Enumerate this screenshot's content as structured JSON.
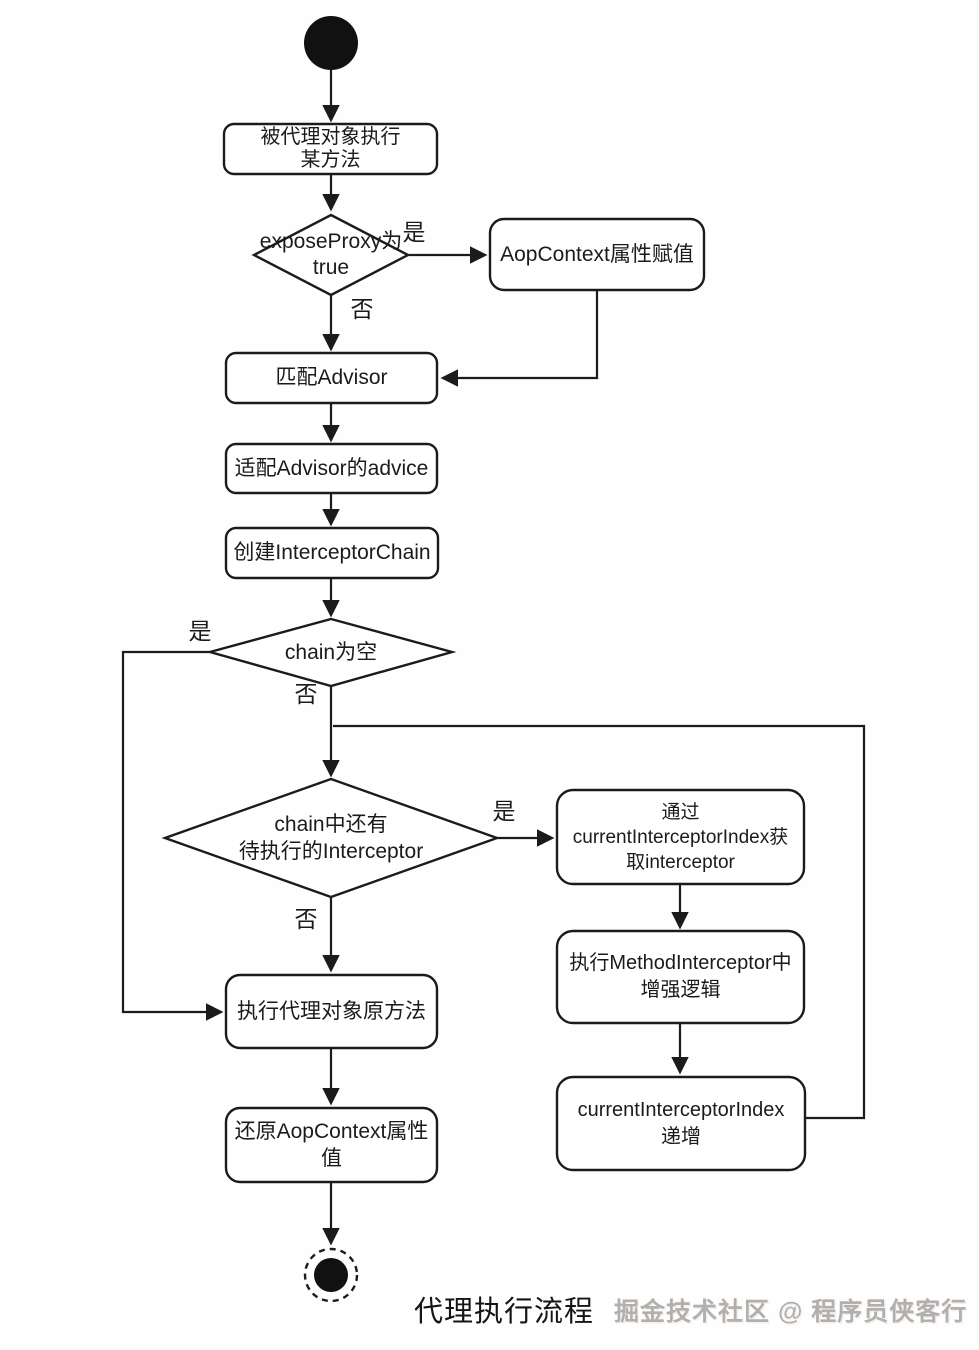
{
  "diagram": {
    "caption": "代理执行流程",
    "watermark": "掘金技术社区 @ 程序员侠客行"
  },
  "nodes": {
    "start": {
      "type": "initial-node"
    },
    "invoke_method": {
      "label": "被代理对象执行\n某方法"
    },
    "expose_proxy": {
      "label": "exposeProxy为\ntrue"
    },
    "aopcontext_assign": {
      "label": "AopContext属性赋值"
    },
    "match_advisor": {
      "label": "匹配Advisor"
    },
    "adapt_advice": {
      "label": "适配Advisor的advice"
    },
    "create_chain": {
      "label": "创建InterceptorChain"
    },
    "chain_empty": {
      "label": "chain为空"
    },
    "chain_has_next": {
      "label": "chain中还有\n待执行的Interceptor"
    },
    "get_interceptor": {
      "label": "通过\ncurrentInterceptorIndex获\n取interceptor"
    },
    "run_interceptor": {
      "label": "执行MethodInterceptor中\n增强逻辑"
    },
    "index_increment": {
      "label": "currentInterceptorIndex\n递增"
    },
    "invoke_original": {
      "label": "执行代理对象原方法"
    },
    "restore_aopcontext": {
      "label": "还原AopContext属性\n值"
    },
    "end": {
      "type": "final-node"
    }
  },
  "edge_labels": {
    "expose_proxy_yes": "是",
    "expose_proxy_no": "否",
    "chain_empty_yes": "是",
    "chain_empty_no": "否",
    "chain_has_next_yes": "是",
    "chain_has_next_no": "否"
  },
  "colors": {
    "stroke": "#1b1b1b",
    "background": "#ffffff",
    "text": "#1b1b1b",
    "watermark": "#b3afac"
  }
}
